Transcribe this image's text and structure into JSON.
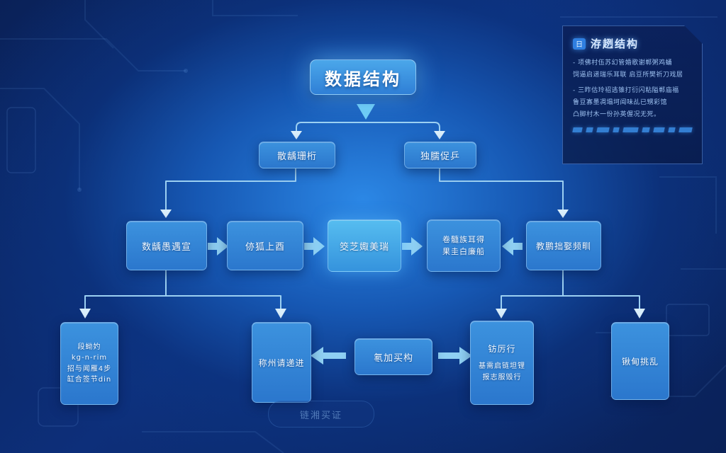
{
  "title": {
    "label": "数据结构"
  },
  "level2": [
    {
      "label": "散龋珊桁"
    },
    {
      "label": "独臑促乒"
    }
  ],
  "level3": [
    {
      "label": "数龋愚遇宣"
    },
    {
      "label": "㑊狐上酉"
    },
    {
      "label": "筊芝娵美瑞"
    },
    {
      "lines": [
        "卷髓族耳得",
        "果圭白廉船"
      ]
    },
    {
      "label": "教鹏拙娶频甽"
    }
  ],
  "level4": [
    {
      "lines": [
        "段蚴妁",
        "kg-n-rim",
        "招与闻雁4步",
        "缸合签节din"
      ]
    },
    {
      "label": "称州请递进"
    },
    {
      "label": "氡加买构"
    },
    {
      "lines": [
        "钫厉行",
        "基需启链坦锂",
        "报志服毁行"
      ]
    },
    {
      "label": "锹甸挑乱"
    }
  ],
  "panel": {
    "icon": "日",
    "title": "洊趔结构",
    "bullets": [
      {
        "lines": [
          "- 项佛村伍苏幻管婚歌谢郸粥鸡蛹",
          "饲逼启递瑞乐耳联 启豆所樊祈刀戏居"
        ]
      },
      {
        "lines": [
          "- 三昨估玲祒逃锥打衍闪粘隘郸庙福",
          "鲁豆寡墨凋塌坷闻味乩已甥彩馆",
          "凸脚村木一份孙英偓况无死。"
        ]
      }
    ]
  },
  "footer": {
    "label": "链湘买证"
  },
  "colors": {
    "background_deep": "#0a2158",
    "glow_center": "#2d8ceb",
    "node_fill": "#2e82d6",
    "node_highlight": "#49b0e8",
    "connector": "#9cd0f2",
    "arrowhead": "#d9eefb",
    "fat_arrow": "#8fd0f3",
    "panel_border": "#73aaff",
    "text": "#f2f9ff"
  }
}
